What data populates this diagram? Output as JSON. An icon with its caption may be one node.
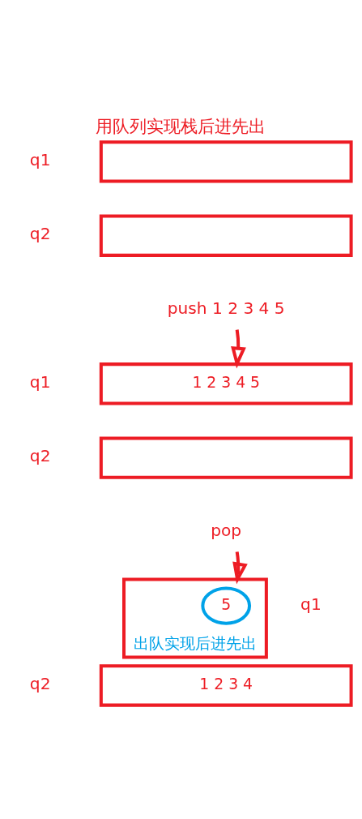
{
  "diagram": {
    "title": "用队列实现栈后进先出",
    "nodes": [
      {
        "text": [],
        "shape": "box",
        "beside": [
          "q1"
        ]
      },
      {
        "text": [],
        "shape": "box",
        "beside": [
          "q2"
        ]
      },
      {
        "text": [
          "push 1 2 3 4 5"
        ]
      },
      {
        "text": [
          "1 2 3 4 5"
        ],
        "beside": [
          "q1"
        ]
      },
      {
        "text": [],
        "shape": "box",
        "beside": [
          "q2"
        ]
      },
      {
        "text": [
          "pop"
        ]
      },
      {
        "text": [
          "出队实现后进先出"
        ],
        "beside": [
          "q1"
        ]
      },
      {
        "text": [
          "5"
        ],
        "in": 6
      },
      {
        "text": [
          "1 2 3 4"
        ],
        "beside": [
          "q2"
        ]
      }
    ],
    "edges": [
      {
        "from": 2,
        "to": 3,
        "arrow": "to"
      },
      {
        "from": 5,
        "to": 6,
        "arrow": "to"
      }
    ]
  }
}
